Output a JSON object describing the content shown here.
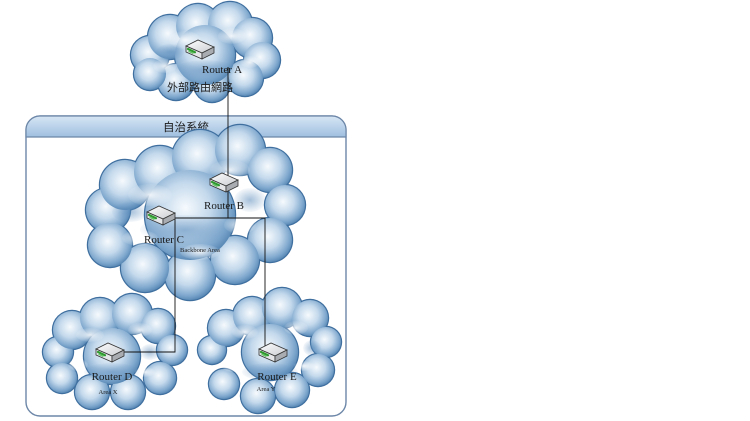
{
  "container": {
    "title": "自治系統"
  },
  "external": {
    "router_label": "Router A",
    "caption": "外部路由網路"
  },
  "backbone": {
    "router_b_label": "Router B",
    "router_c_label": "Router C",
    "caption": "Backbone Area"
  },
  "area_x": {
    "router_label": "Router D",
    "caption": "Area X"
  },
  "area_y": {
    "router_label": "Router E",
    "caption": "Area Y"
  },
  "icons": {
    "router": "router-icon",
    "cloud": "cloud-icon"
  },
  "colors": {
    "cloud_dark": "#5d8fbd",
    "cloud_light": "#f5f9fd",
    "header_fill": "#a9c6e4",
    "frame": "#6d87a8",
    "router_green": "#2e9b2e"
  }
}
